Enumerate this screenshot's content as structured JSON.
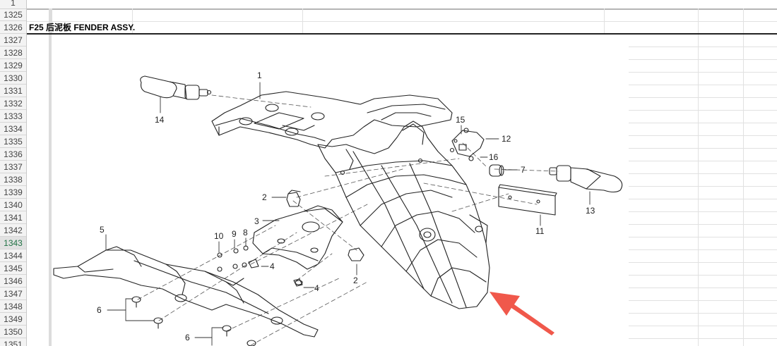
{
  "row_headers": [
    "1325",
    "1326",
    "1327",
    "1328",
    "1329",
    "1330",
    "1331",
    "1332",
    "1333",
    "1334",
    "1335",
    "1336",
    "1337",
    "1338",
    "1339",
    "1340",
    "1341",
    "1342",
    "1343",
    "1344",
    "1345",
    "1346",
    "1347",
    "1348",
    "1349",
    "1350",
    "1351"
  ],
  "top_row_label": "1",
  "active_row": "1343",
  "title": "F25 后泥板 FENDER ASSY.",
  "callouts": {
    "c1": "1",
    "c2a": "2",
    "c2b": "2",
    "c3": "3",
    "c4a": "4",
    "c4b": "4",
    "c5": "5",
    "c6a": "6",
    "c6b": "6",
    "c7": "7",
    "c8": "8",
    "c9": "9",
    "c10": "10",
    "c11": "11",
    "c12": "12",
    "c13": "13",
    "c14": "14",
    "c15": "15",
    "c16": "16"
  },
  "colors": {
    "accent_arrow": "#f0584b",
    "active_row": "#217346"
  }
}
